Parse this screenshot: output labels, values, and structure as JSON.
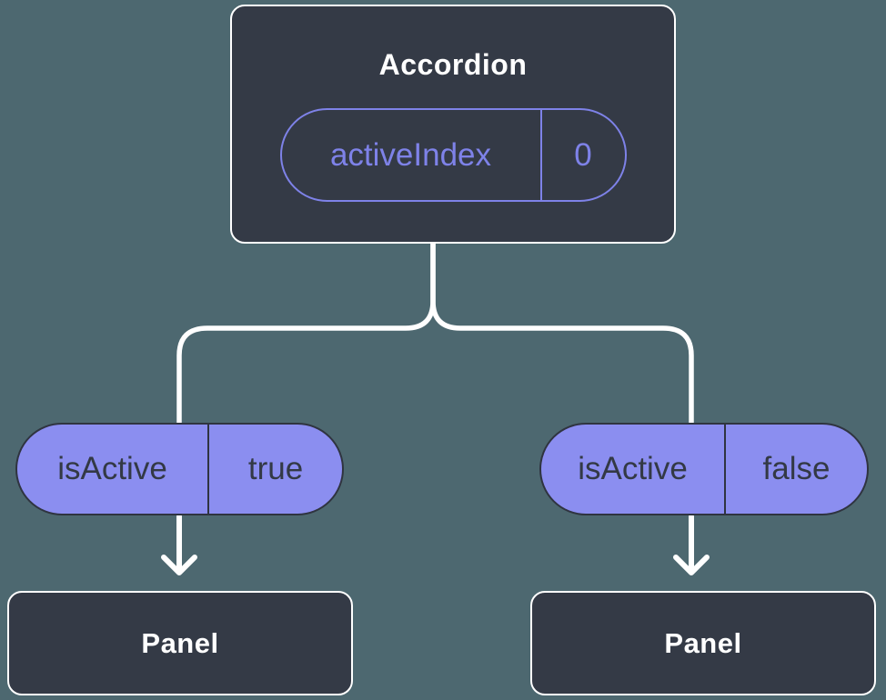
{
  "diagram": {
    "kind": "react-component-tree",
    "colors": {
      "background": "#4D6870",
      "node_fill": "#343A46",
      "node_border": "#FFFFFF",
      "node_text": "#FFFFFF",
      "state_pill_accent": "#7E82E8",
      "prop_pill_fill": "#8B8EF0",
      "prop_pill_border": "#2F3440",
      "prop_pill_text": "#333945",
      "connector": "#FFFFFF"
    },
    "root": {
      "title": "Accordion",
      "state": {
        "name": "activeIndex",
        "value": "0"
      }
    },
    "children": [
      {
        "prop": {
          "name": "isActive",
          "value": "true"
        },
        "title": "Panel"
      },
      {
        "prop": {
          "name": "isActive",
          "value": "false"
        },
        "title": "Panel"
      }
    ]
  }
}
